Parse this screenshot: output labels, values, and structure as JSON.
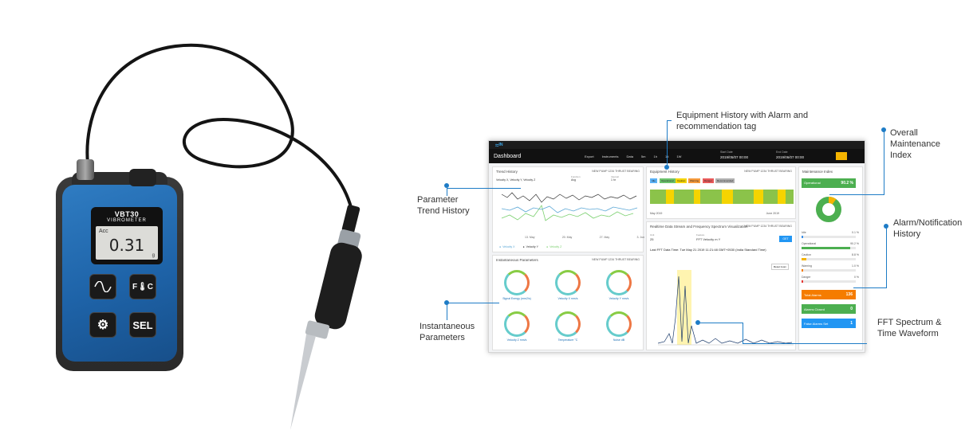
{
  "device": {
    "brand": "VBT30",
    "subtitle": "VIBROMETER",
    "mode": "Acc",
    "reading": "0.31",
    "unit": "g",
    "buttons": [
      "wave-icon",
      "temperature-icon",
      "settings-icon",
      "SEL"
    ]
  },
  "dashboard": {
    "title": "Dashboard",
    "menu": [
      "Export",
      "Instruments",
      "Data",
      "5m",
      "1h",
      "1d",
      "1W"
    ],
    "start_label": "Start Date",
    "start_date": "2019/05/07 00:00",
    "end_label": "End Date",
    "end_date": "2019/06/07 00:00",
    "trend": {
      "title": "Trend History",
      "tag": "NEW PUMP 1234 THRUST BEARING",
      "selector": "Velocity X, Velocity Y, Velocity Z",
      "agg_label": "Function",
      "agg": "Avg",
      "interval_label": "Interval",
      "interval": "1 hr",
      "x_ticks": [
        "13. May",
        "20. May",
        "27. May",
        "3. Jun"
      ],
      "legend": [
        "Velocity X",
        "Velocity Y",
        "Velocity Z"
      ]
    },
    "instant": {
      "title": "Instantaneous Parameters",
      "tag": "NEW PUMP 1234 THRUST BEARING",
      "gauges": [
        "Signal Energy (mm2/s)",
        "Velocity X mm/s",
        "Velocity Y mm/s",
        "Velocity Z mm/s",
        "Temperature °C",
        "Noise dB"
      ]
    },
    "equipment": {
      "title": "Equipment History",
      "tag": "NEW PUMP 1234 THRUST BEARING",
      "chips": [
        "Idle",
        "Operational",
        "Caution",
        "Warning",
        "Danger",
        "Recommended"
      ],
      "x_ticks": [
        "May 2019",
        "June 2019"
      ]
    },
    "fft": {
      "title": "Realtime Data Stream and Frequency Spectrum Visualization",
      "tag": "NEW PUMP 1234 THRUST BEARING",
      "unit_label": "Unit",
      "unit_value": "25",
      "feature_label": "Feature",
      "feature_value": "FFT Velocity m Y",
      "button": "GET",
      "timestamp": "Last FFT Data Time: Tue May 21 2019 11:21:48 GMT+0530 (India Standard Time)",
      "reset": "Reset zoom"
    },
    "maintenance": {
      "title": "Maintenance Index",
      "status": "Operational",
      "value": "90.2 %",
      "rows": [
        {
          "label": "Idle",
          "pct": "0.1 %",
          "color": "#3a8ee6",
          "fill": 0.01
        },
        {
          "label": "Operational",
          "pct": "90.2 %",
          "color": "#4caf50",
          "fill": 0.9
        },
        {
          "label": "Caution",
          "pct": "8.8 %",
          "color": "#f5b400",
          "fill": 0.09
        },
        {
          "label": "Warning",
          "pct": "1.0 %",
          "color": "#f57c00",
          "fill": 0.02
        },
        {
          "label": "Danger",
          "pct": "0 %",
          "color": "#e53935",
          "fill": 0.0
        }
      ]
    },
    "alarms": [
      {
        "label": "Total Alarms",
        "count": "136",
        "color": "#f57c00"
      },
      {
        "label": "Alarms Closed",
        "count": "0",
        "color": "#4caf50"
      },
      {
        "label": "False Alarms Set",
        "count": "1",
        "color": "#2196f3"
      }
    ]
  },
  "callouts": {
    "equipment": "Equipment History with Alarm and recommendation tag",
    "maintenance": "Overall Maintenance Index",
    "trend": "Parameter Trend History",
    "alarm": "Alarm/Notification History",
    "instant": "Instantaneous Parameters",
    "fft": "FFT Spectrum & Time Waveform"
  }
}
